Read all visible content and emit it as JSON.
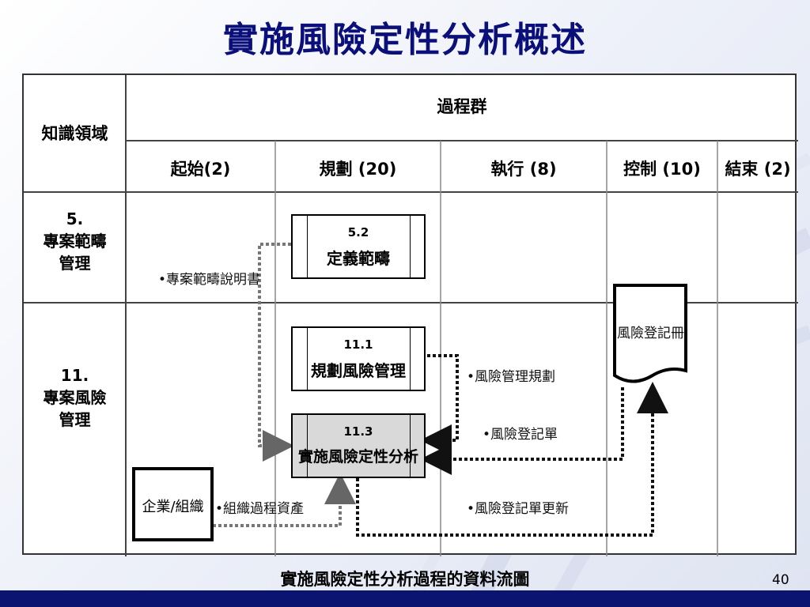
{
  "title": "實施風險定性分析概述",
  "table": {
    "knowledge_area_header": "知識領域",
    "process_group_header": "過程群",
    "columns": [
      "起始(2)",
      "規劃 (20)",
      "執行 (8)",
      "控制 (10)",
      "結束 (2)"
    ],
    "rows": [
      {
        "number": "5.",
        "line1": "專案範疇",
        "line2": "管理"
      },
      {
        "number": "11.",
        "line1": "專案風險",
        "line2": "管理"
      }
    ]
  },
  "process_boxes": {
    "scope_def": {
      "code": "5.2",
      "name": "定義範疇"
    },
    "risk_plan": {
      "code": "11.1",
      "name": "規劃風險管理"
    },
    "qual_analysis": {
      "code": "11.3",
      "name": "實施風險定性分析"
    }
  },
  "entities": {
    "enterprise": "企業/組織",
    "risk_register": "風險登記冊"
  },
  "flows": {
    "scope_statement": "•專案範疇說明書",
    "risk_mgmt_plan": "•風險管理規劃",
    "risk_register_form": "•風險登記單",
    "org_assets": "•組織過程資產",
    "risk_register_update": "•風險登記單更新"
  },
  "caption": "實施風險定性分析過程的資料流圖",
  "page_number": "40",
  "colors": {
    "title": "#0a0f7a",
    "footer_bar": "#0b1470",
    "flow_line": "#666666",
    "highlight_box": "#d9d9d9"
  }
}
